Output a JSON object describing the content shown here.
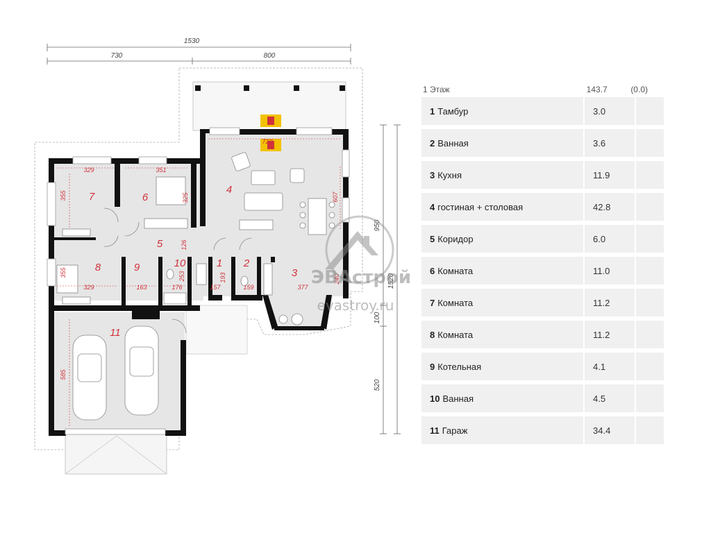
{
  "plan": {
    "dims": {
      "total": "1530",
      "left": "730",
      "right": "800",
      "r_side": "950",
      "r_total": "1520",
      "r_mid": "100",
      "r_low": "520"
    },
    "inner_dims": {
      "d329a": "329",
      "d351": "351",
      "d355a": "355",
      "d325": "325",
      "d722": "722",
      "d607": "607",
      "d355b": "355",
      "d329b": "329",
      "d163": "163",
      "d176": "176",
      "d157": "157",
      "d159": "159",
      "d377": "377",
      "d253": "253",
      "d126": "126",
      "d193": "193",
      "d585": "585",
      "d240": "240"
    },
    "room_numbers": [
      "1",
      "2",
      "3",
      "4",
      "5",
      "6",
      "7",
      "8",
      "9",
      "10",
      "11"
    ],
    "watermark": {
      "brand": "ЭВАстрой",
      "site": "evastroy.ru"
    }
  },
  "table": {
    "header": {
      "floor": "1 Этаж",
      "area": "143.7",
      "extra": "(0.0)"
    },
    "rows": [
      {
        "num": "1",
        "name": "Тамбур",
        "area": "3.0"
      },
      {
        "num": "2",
        "name": "Ванная",
        "area": "3.6"
      },
      {
        "num": "3",
        "name": "Кухня",
        "area": "11.9"
      },
      {
        "num": "4",
        "name": "гостиная + столовая",
        "area": "42.8"
      },
      {
        "num": "5",
        "name": "Коридор",
        "area": "6.0"
      },
      {
        "num": "6",
        "name": "Комната",
        "area": "11.0"
      },
      {
        "num": "7",
        "name": "Комната",
        "area": "11.2"
      },
      {
        "num": "8",
        "name": "Комната",
        "area": "11.2"
      },
      {
        "num": "9",
        "name": "Котельная",
        "area": "4.1"
      },
      {
        "num": "10",
        "name": "Ванная",
        "area": "4.5"
      },
      {
        "num": "11",
        "name": "Гараж",
        "area": "34.4"
      }
    ]
  },
  "colors": {
    "wall": "#111111",
    "floor": "#e6e6e6",
    "accent": "#d0323a",
    "fire": "#f2c200"
  }
}
